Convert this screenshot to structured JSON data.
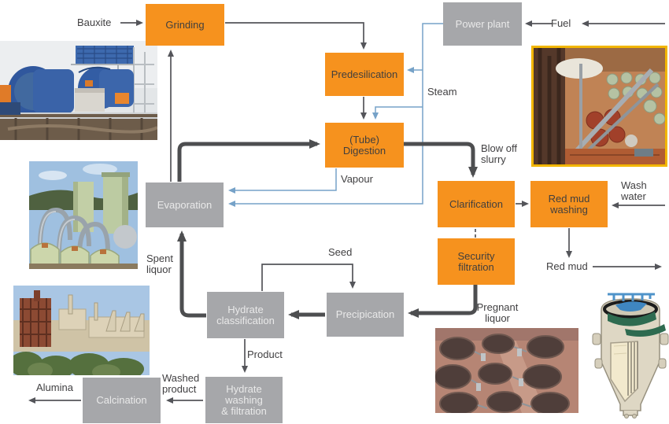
{
  "colors": {
    "box_orange": "#F6921E",
    "box_gray": "#A6A7AA",
    "steam_line_blue": "#76A2C8",
    "thin_arrow_dark": "#54555A",
    "thick_arrow_dark": "#4D4E50",
    "photo_border_yellow": "#F2B600",
    "label_text": "#414042",
    "gray_box_text": "#E9E9E9",
    "orange_box_text": "#413F3E"
  },
  "boxes": {
    "grinding": {
      "label": "Grinding"
    },
    "power_plant": {
      "label": "Power plant"
    },
    "predesilication": {
      "label": "Predesilication"
    },
    "digestion": {
      "lines": [
        "(Tube)",
        "Digestion"
      ]
    },
    "evaporation": {
      "label": "Evaporation"
    },
    "clarification": {
      "label": "Clarification"
    },
    "red_mud_washing": {
      "lines": [
        "Red mud",
        "washing"
      ]
    },
    "security_filtration": {
      "lines": [
        "Security",
        "filtration"
      ]
    },
    "precipication": {
      "label": "Precipication"
    },
    "hydrate_classification": {
      "lines": [
        "Hydrate",
        "classification"
      ]
    },
    "hydrate_washing": {
      "lines": [
        "Hydrate",
        "washing",
        "& filtration"
      ]
    },
    "calcination": {
      "label": "Calcination"
    }
  },
  "stream_labels": {
    "bauxite": "Bauxite",
    "fuel": "Fuel",
    "steam": "Steam",
    "vapour": "Vapour",
    "blow_off_slurry": [
      "Blow off",
      "slurry"
    ],
    "wash_water": [
      "Wash",
      "water"
    ],
    "red_mud": "Red mud",
    "pregnant_liquor": [
      "Pregnant",
      "liquor"
    ],
    "seed": "Seed",
    "spent_liquor": [
      "Spent",
      "liquor"
    ],
    "product": "Product",
    "washed_product": [
      "Washed",
      "product"
    ],
    "alumina": "Alumina"
  },
  "photos": [
    "grinding-mill-photo",
    "refinery-aerial-photo",
    "evaporation-plant-photo",
    "calcination-plant-photo",
    "precipitation-tanks-photo",
    "precipitator-vessel-illustration"
  ]
}
